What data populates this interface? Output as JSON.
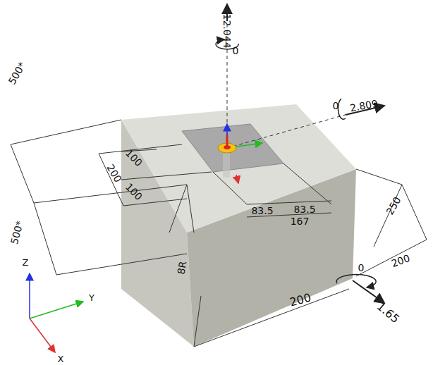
{
  "diagram": {
    "labels": [
      "12.044",
      "0",
      "0",
      "2.809",
      "100",
      "200",
      "100",
      "500*",
      "500*",
      "83.5",
      "83.5",
      "167",
      "250",
      "8R",
      "0",
      "200",
      "200",
      "1.65",
      "Z",
      "Y",
      "X"
    ]
  }
}
